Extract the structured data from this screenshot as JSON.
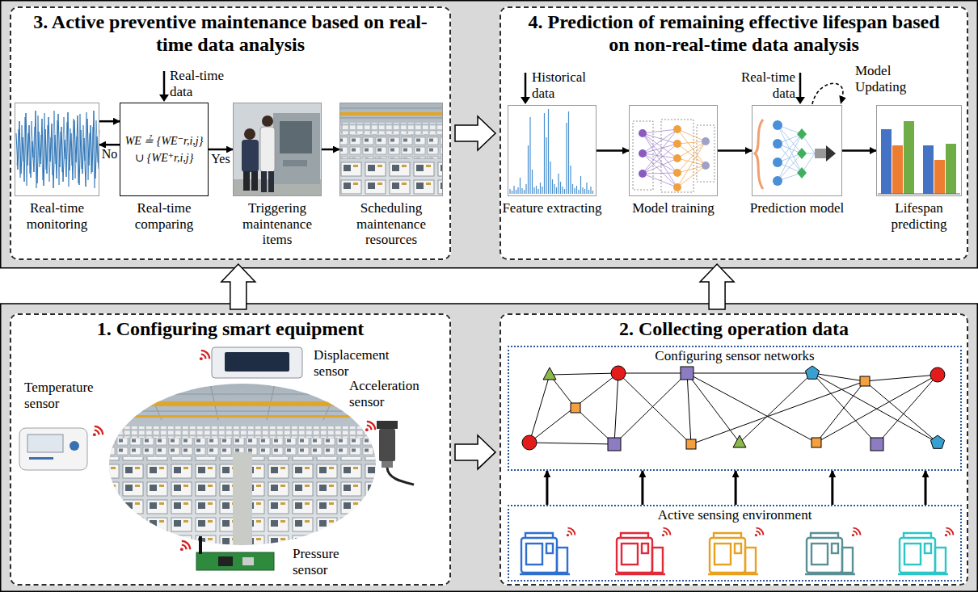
{
  "diagram": {
    "nodes": [
      {
        "text": [
          "3. Active preventive maintenance based on real-time data analysis"
        ]
      },
      {
        "text": [
          "Real-time monitoring"
        ],
        "in": 0
      },
      {
        "text": [
          "WE ≟ {WE⁻r,i,j}",
          "∪ {WE⁺r,i,j}",
          "Real-time comparing"
        ],
        "in": 0
      },
      {
        "text": [
          "Triggering maintenance items"
        ],
        "in": 0
      },
      {
        "text": [
          "Scheduling maintenance resources"
        ],
        "in": 0
      },
      {
        "text": [
          "4. Prediction of remaining effective lifespan based on non-real-time data analysis"
        ]
      },
      {
        "text": [
          "Feature extracting"
        ],
        "in": 5
      },
      {
        "text": [
          "Model training"
        ],
        "in": 5
      },
      {
        "text": [
          "Prediction model"
        ],
        "in": 5
      },
      {
        "text": [
          "Lifespan predicting"
        ],
        "in": 5
      },
      {
        "text": [
          "1. Configuring smart equipment"
        ]
      },
      {
        "text": [
          "2. Collecting operation data"
        ]
      },
      {
        "text": [
          "Configuring sensor networks"
        ],
        "in": 11
      },
      {
        "text": [
          "Active sensing environment"
        ],
        "in": 11
      }
    ],
    "edges": [
      {
        "from": 1,
        "to": 2,
        "arrow": "to"
      },
      {
        "from": 2,
        "to": 1,
        "label": "No",
        "arrow": "to"
      },
      {
        "from": 2,
        "to": 3,
        "label": "Yes",
        "arrow": "to"
      },
      {
        "from": 3,
        "to": 4,
        "arrow": "to"
      },
      {
        "from": 6,
        "to": 7,
        "arrow": "to"
      },
      {
        "from": 7,
        "to": 8,
        "arrow": "to"
      },
      {
        "from": 8,
        "to": 9,
        "arrow": "to"
      },
      {
        "from": 0,
        "to": 5,
        "arrow": "to"
      },
      {
        "from": 10,
        "to": 11,
        "arrow": "to"
      },
      {
        "from": 10,
        "to": 0,
        "arrow": "to"
      },
      {
        "from": 11,
        "to": 5,
        "arrow": "to"
      },
      {
        "from": 13,
        "to": 12,
        "arrow": "to"
      },
      {
        "from": 13,
        "to": 12,
        "arrow": "to"
      },
      {
        "from": 13,
        "to": 12,
        "arrow": "to"
      },
      {
        "from": 13,
        "to": 12,
        "arrow": "to"
      },
      {
        "from": 13,
        "to": 12,
        "arrow": "to"
      }
    ],
    "labels": [
      "Real-time data",
      "Historical data",
      "Model Updating",
      "Real-time data",
      "Displacement sensor",
      "Temperature sensor",
      "Acceleration sensor",
      "Pressure sensor"
    ]
  }
}
